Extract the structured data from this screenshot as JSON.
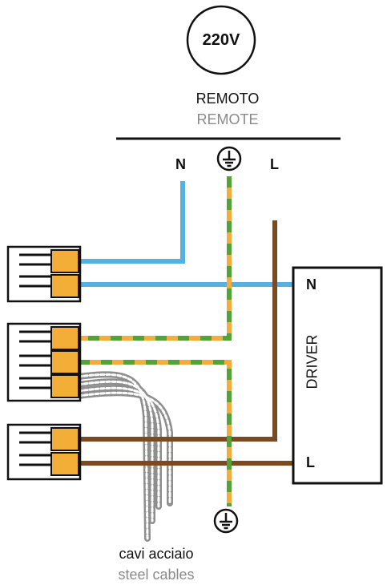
{
  "power": {
    "voltage_label": "220V"
  },
  "remote": {
    "label_it": "REMOTO",
    "label_en": "REMOTE"
  },
  "terminals": {
    "neutral": "N",
    "live": "L"
  },
  "driver": {
    "label": "DRIVER",
    "neutral": "N",
    "live": "L"
  },
  "steel_cables": {
    "label_it": "cavi acciaio",
    "label_en": "steel cables"
  },
  "colors": {
    "neutral_wire": "#55b1e2",
    "live_wire": "#7a4a22",
    "earth_yellow": "#f3ad3c",
    "earth_green": "#54a23a",
    "connector_orange": "#f2ae36",
    "steel_cable": "#9a9a9a"
  },
  "icons": [
    "ground-icon",
    "ground-icon"
  ]
}
